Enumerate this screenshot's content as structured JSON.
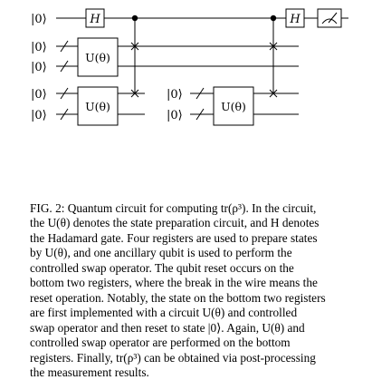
{
  "circuit": {
    "ket_zero": "|0⟩",
    "hadamard_label": "H",
    "unitary_label": "U(θ)"
  },
  "caption": {
    "label": "FIG. 2:",
    "text": "Quantum circuit for computing tr(ρ³). In the circuit, the U(θ) denotes the state preparation circuit, and H denotes the Hadamard gate. Four registers are used to prepare states by U(θ), and one ancillary qubit is used to perform the controlled swap operator. The qubit reset occurs on the bottom two registers, where the break in the wire means the reset operation. Notably, the state on the bottom two registers are first implemented with a circuit U(θ) and controlled swap operator and then reset to state |0⟩. Again, U(θ) and controlled swap operator are performed on the bottom registers. Finally, tr(ρ³) can be obtained via post-processing the measurement results.",
    "lines": [
      "FIG. 2: Quantum circuit for computing tr(ρ³). In the circuit,",
      "the U(θ) denotes the state preparation circuit, and H denotes",
      "the Hadamard gate. Four registers are used to prepare states",
      "by U(θ), and one ancillary qubit is used to perform the",
      "controlled swap operator. The qubit reset occurs on the",
      "bottom two registers, where the break in the wire means the",
      "reset operation. Notably, the state on the bottom two registers",
      "are first implemented with a circuit U(θ) and controlled",
      "swap operator and then reset to state |0⟩. Again, U(θ) and",
      "controlled swap operator are performed on the bottom",
      "registers. Finally, tr(ρ³) can be obtained via post-processing",
      "the measurement results."
    ]
  }
}
